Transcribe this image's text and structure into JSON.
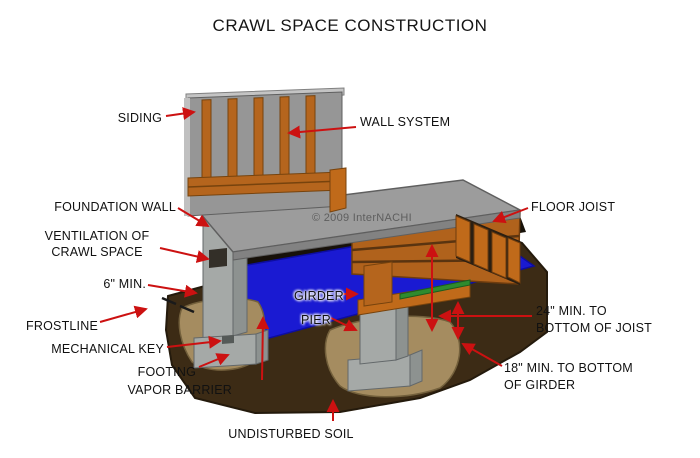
{
  "title": "CRAWL SPACE CONSTRUCTION",
  "watermark": "© 2009 InterNACHI",
  "labels": {
    "siding": "SIDING",
    "wall_system": "WALL SYSTEM",
    "foundation_wall": "FOUNDATION WALL",
    "ventilation": {
      "line1": "VENTILATION OF",
      "line2": "CRAWL SPACE"
    },
    "six_min": "6\" MIN.",
    "frostline": "FROSTLINE",
    "mechanical_key": "MECHANICAL KEY",
    "footing": "FOOTING",
    "vapor_barrier": "VAPOR BARRIER",
    "girder": "GIRDER",
    "pier": "PIER",
    "floor_joist": "FLOOR JOIST",
    "min_24": {
      "line1": "24\" MIN. TO",
      "line2": "BOTTOM OF JOIST"
    },
    "min_18": {
      "line1": "18\" MIN. TO BOTTOM",
      "line2": "OF GIRDER"
    },
    "undisturbed_soil": "UNDISTURBED SOIL"
  },
  "colors": {
    "arrow_red": "#cc1111",
    "vapor_barrier_blue": "#1a1ad2",
    "soil_brown": "#3c2b15",
    "soil_cut_tan": "#a58c60",
    "concrete_gray": "#a5a9a7",
    "wood_orange": "#b5651d",
    "girder_green": "#2e8b2e",
    "deck_gray": "#9c9c9c"
  }
}
